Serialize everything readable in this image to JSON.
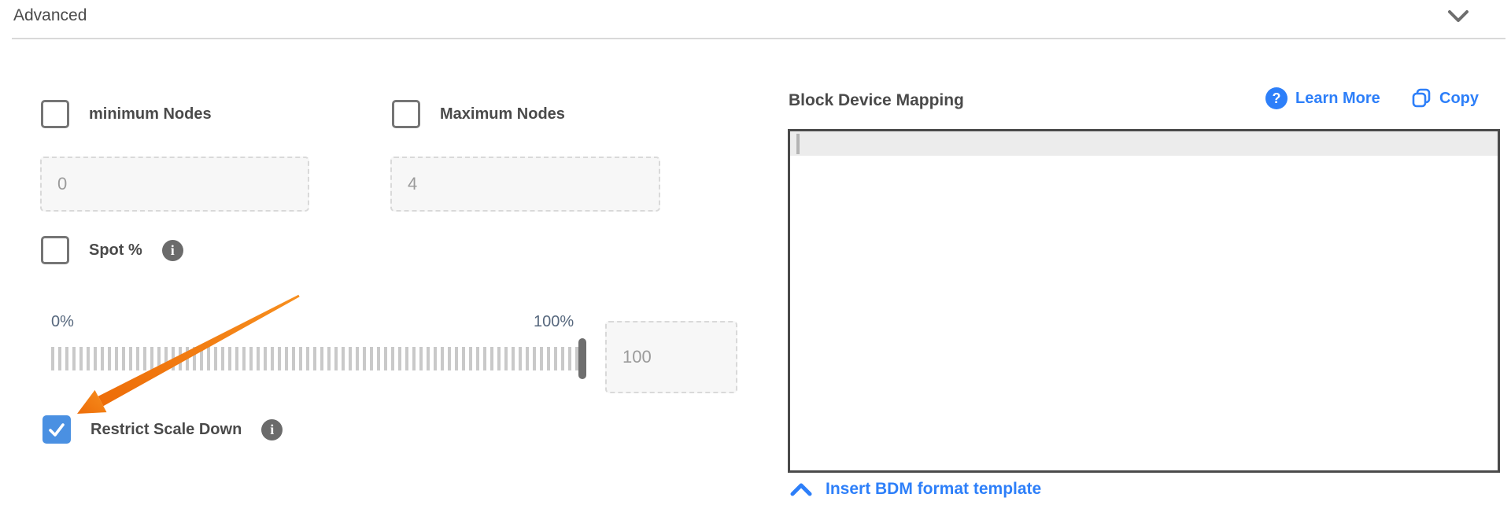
{
  "header": {
    "title": "Advanced"
  },
  "left": {
    "min_nodes": {
      "label": "minimum Nodes",
      "checked": false,
      "value": "0"
    },
    "max_nodes": {
      "label": "Maximum Nodes",
      "checked": false,
      "value": "4"
    },
    "spot": {
      "label": "Spot %",
      "checked": false
    },
    "slider": {
      "min_label": "0%",
      "max_label": "100%",
      "value": "100",
      "percent": 100
    },
    "restrict": {
      "label": "Restrict Scale Down",
      "checked": true
    }
  },
  "right": {
    "title": "Block Device Mapping",
    "learn_more_label": "Learn More",
    "copy_label": "Copy",
    "editor_value": "",
    "insert_label": "Insert BDM format template"
  },
  "icons": {
    "header_chevron": "chevron-down-icon",
    "spot_info": "info-icon",
    "restrict_info": "info-icon",
    "learn_more": "question-circle-icon",
    "copy": "copy-icon",
    "insert": "chevron-up-icon",
    "annotation": "orange-arrow-annotation"
  },
  "colors": {
    "accent_blue": "#2d7ff9",
    "checkbox_checked_blue": "#4a90e2",
    "arrow_orange": "#f0720e",
    "label_dark": "#4a4a4a",
    "slider_label": "#56677d"
  }
}
